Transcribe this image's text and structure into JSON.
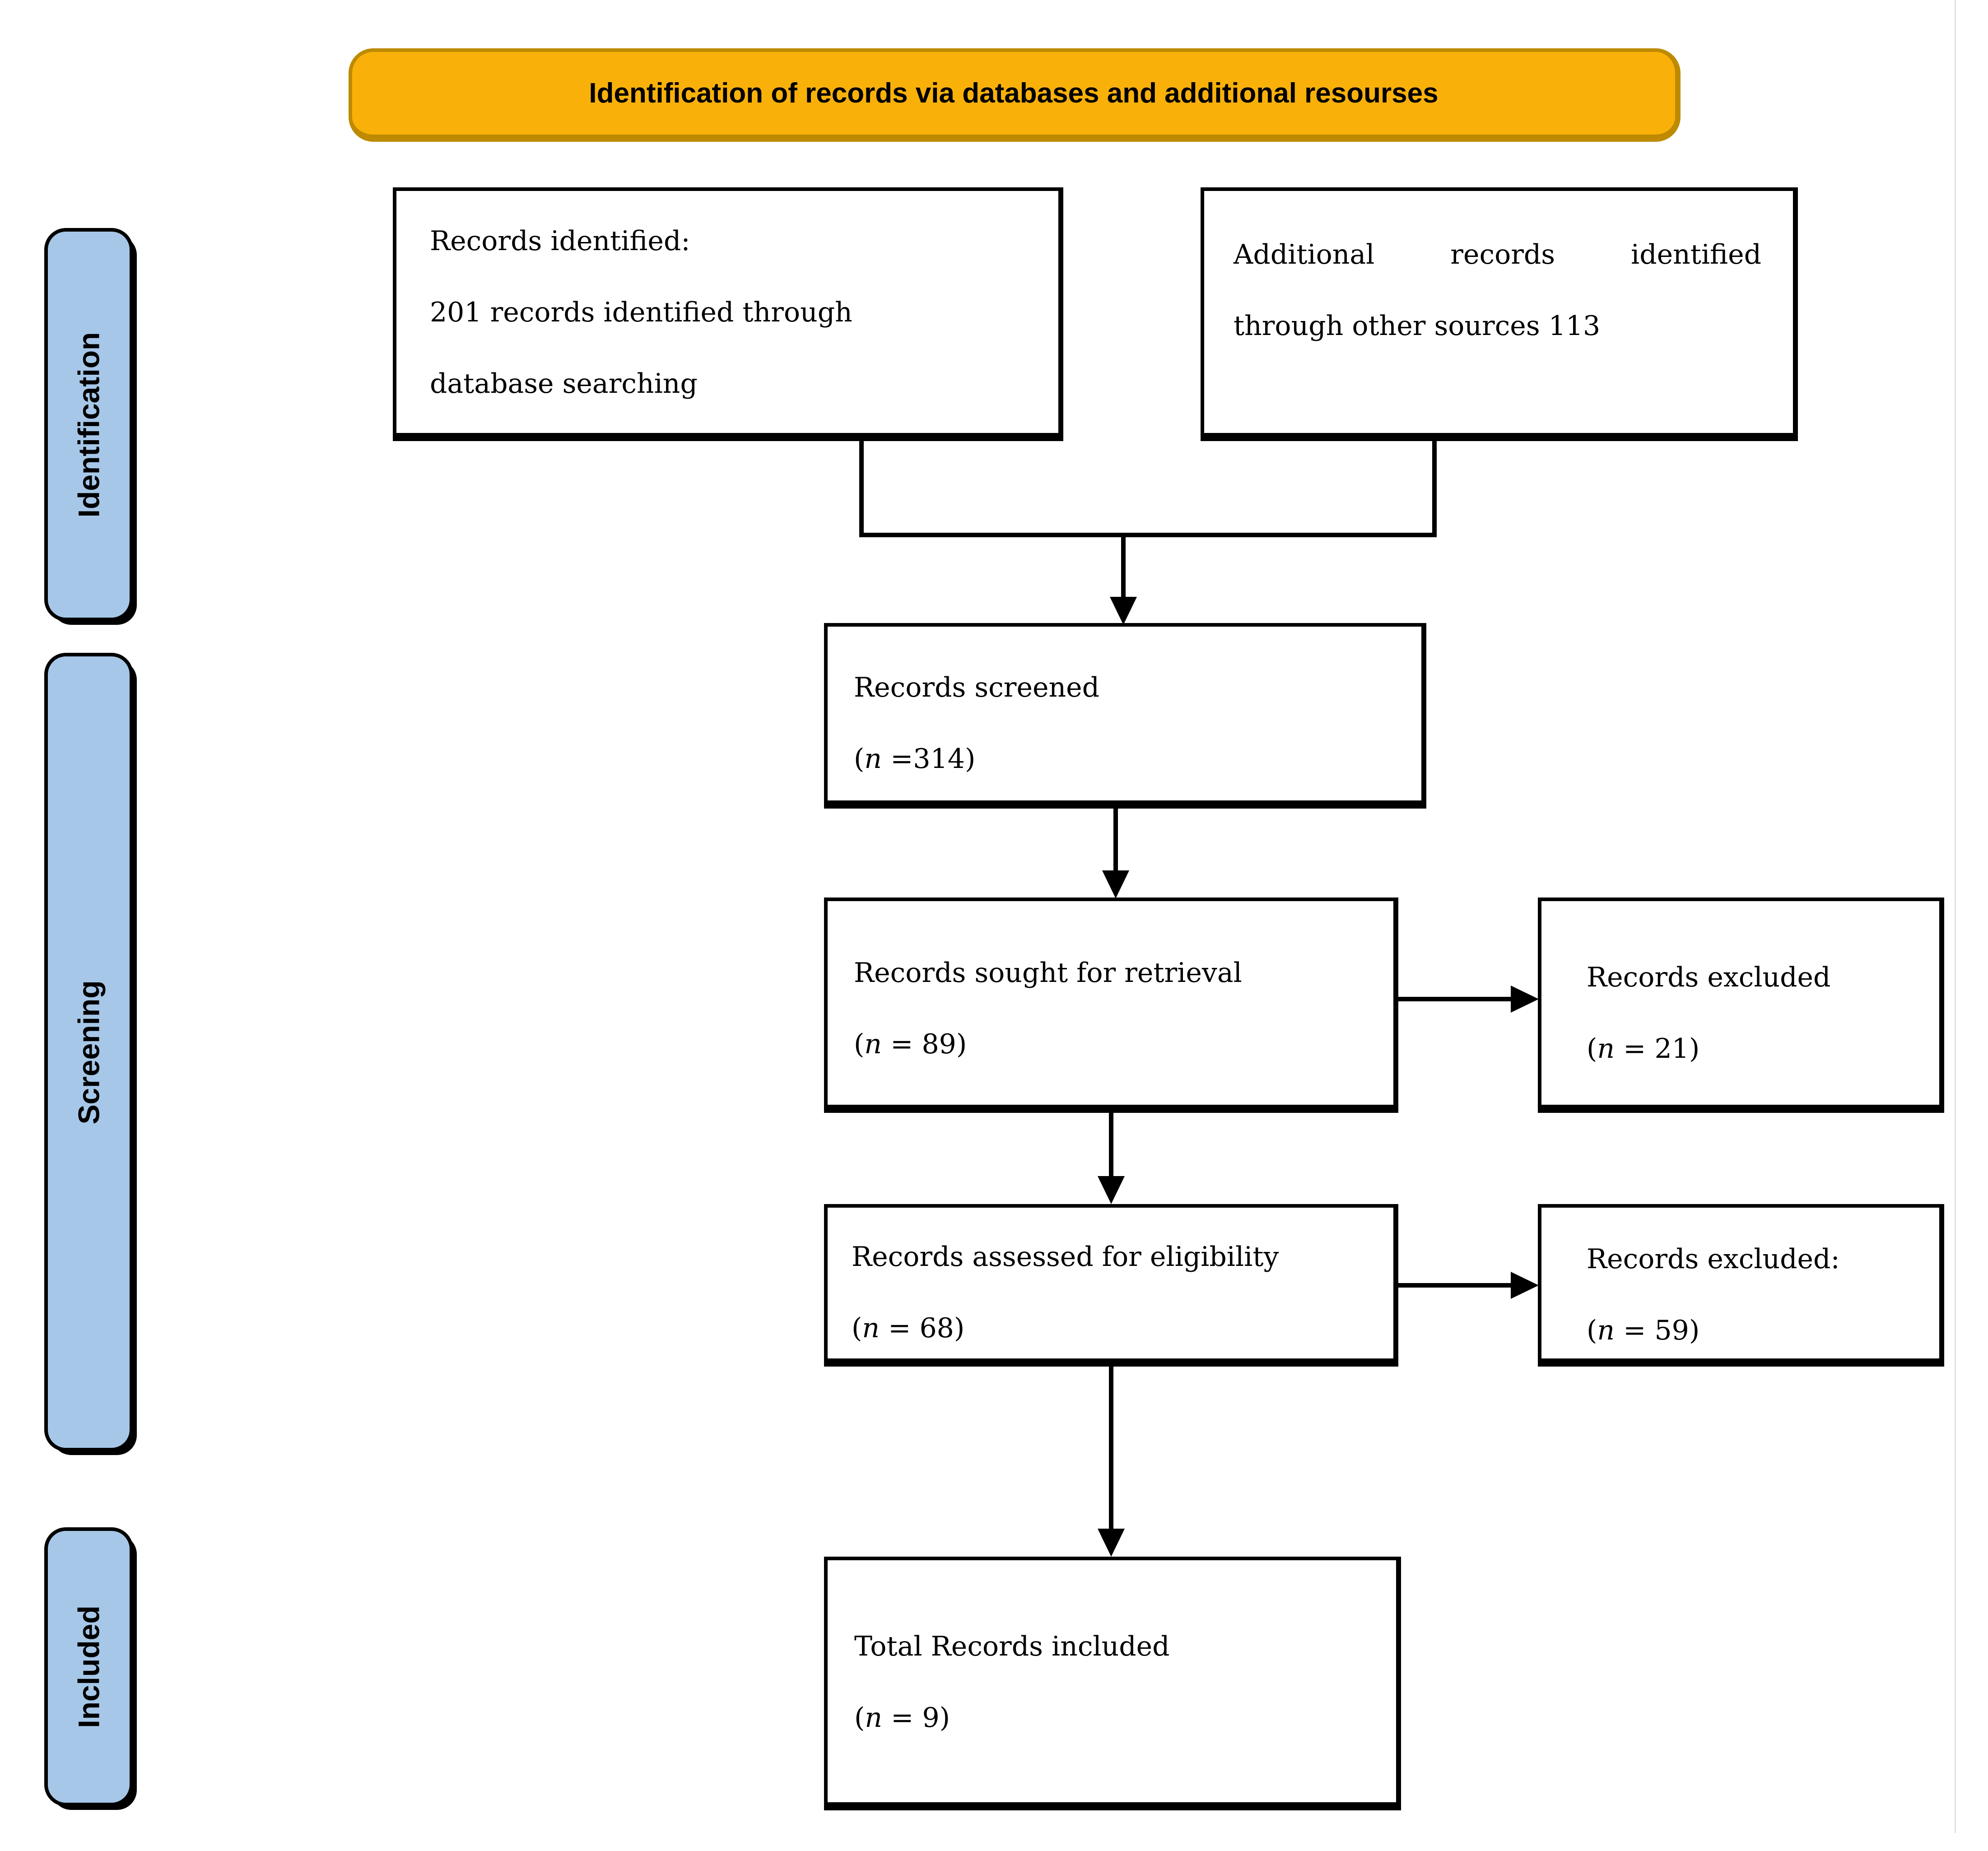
{
  "banner": {
    "label": "Identification of records via databases and additional resourses"
  },
  "sidebar": {
    "identification": "Identification",
    "screening": "Screening",
    "included": "Included"
  },
  "boxes": {
    "identified": {
      "line1": "Records identified:",
      "line2": "201 records identified through",
      "line3": "database searching"
    },
    "additional": {
      "line1": "Additional records identified",
      "line2": "through other sources 113"
    },
    "screened": {
      "title": "Records screened",
      "count": {
        "open": "(",
        "var": "n",
        "rest": " =314)"
      }
    },
    "sought": {
      "title": "Records sought for retrieval",
      "count": {
        "open": "(",
        "var": "n",
        "rest": " = 89)"
      }
    },
    "excluded_retrieval": {
      "title": "Records excluded",
      "count": {
        "open": "(",
        "var": "n",
        "rest": " = 21)"
      }
    },
    "assessed": {
      "title": "Records assessed for eligibility",
      "count": {
        "open": "(",
        "var": "n",
        "rest": " = 68)"
      }
    },
    "excluded_eligibility": {
      "title": "Records excluded:",
      "count": {
        "open": "(",
        "var": "n",
        "rest": " = 59)"
      }
    },
    "total_included": {
      "title": "Total Records included",
      "count": {
        "open": "(",
        "var": "n",
        "rest": " = 9)"
      }
    }
  },
  "colors": {
    "banner_fill": "#F9B10A",
    "banner_border": "#BD8A00",
    "sidebar_fill": "#A6C7E8",
    "line_color": "#000000",
    "divider_color": "#E0E0E0"
  }
}
